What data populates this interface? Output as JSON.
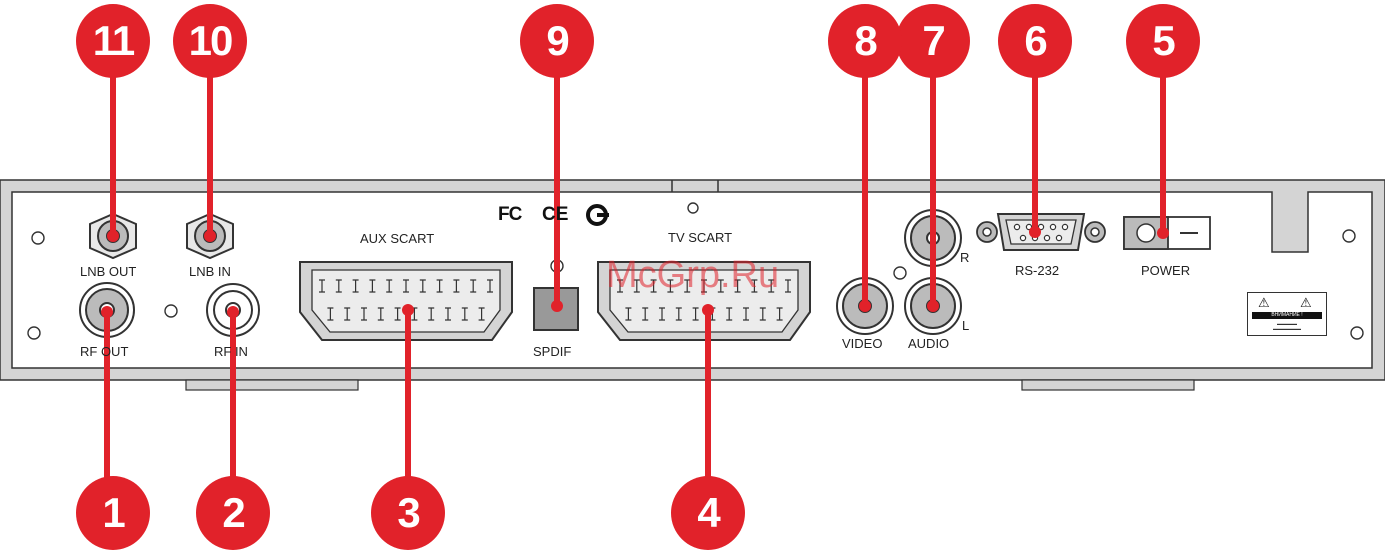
{
  "labels": {
    "lnb_out": "LNB OUT",
    "lnb_in": "LNB IN",
    "rf_out": "RF OUT",
    "rf_in": "RF IN",
    "aux_scart": "AUX SCART",
    "tv_scart": "TV SCART",
    "spdif": "SPDIF",
    "video": "VIDEO",
    "audio": "AUDIO",
    "audio_r": "R",
    "audio_l": "L",
    "rs232": "RS-232",
    "power": "POWER"
  },
  "callouts": [
    "1",
    "2",
    "3",
    "4",
    "5",
    "6",
    "7",
    "8",
    "9",
    "10",
    "11"
  ],
  "certifications": {
    "fc": "FC",
    "ce": "CE"
  },
  "warning_label": {
    "title": "ВНИМАНИЕ !"
  },
  "watermark": "McGrp.Ru",
  "colors": {
    "callout": "#e1222a",
    "panel": "#d4d4d4",
    "panel_inner": "#ffffff",
    "outline": "#333333"
  }
}
